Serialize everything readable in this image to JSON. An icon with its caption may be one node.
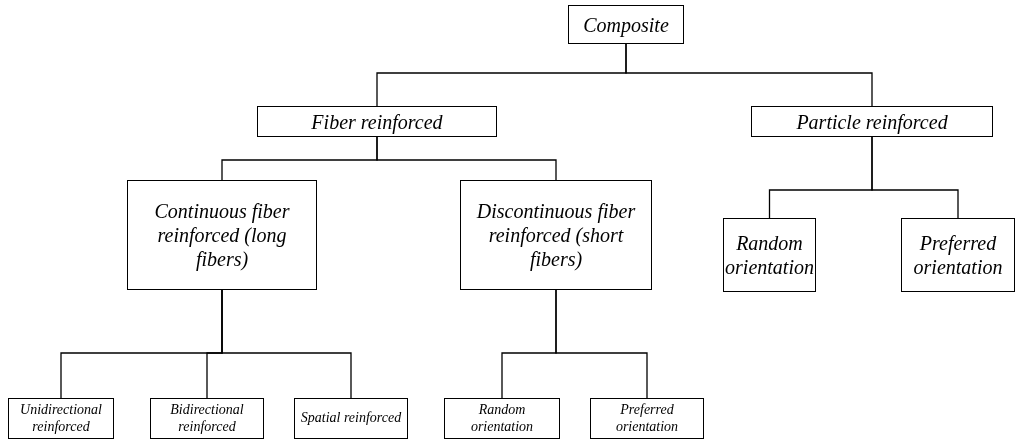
{
  "diagram": {
    "nodes": [
      {
        "text": [
          "Composite"
        ]
      },
      {
        "text": [
          "Fiber reinforced"
        ]
      },
      {
        "text": [
          "Particle reinforced"
        ]
      },
      {
        "text": [
          "Continuous fiber reinforced (long fibers)"
        ]
      },
      {
        "text": [
          "Discontinuous fiber reinforced (short fibers)"
        ]
      },
      {
        "text": [
          "Random orientation"
        ]
      },
      {
        "text": [
          "Preferred orientation"
        ]
      },
      {
        "text": [
          "Unidirectional reinforced"
        ]
      },
      {
        "text": [
          "Bidirectional reinforced"
        ]
      },
      {
        "text": [
          "Spatial reinforced"
        ]
      },
      {
        "text": [
          "Random orientation"
        ]
      },
      {
        "text": [
          "Preferred orientation"
        ]
      }
    ],
    "edges": [
      {
        "from": 0,
        "to": 1,
        "arrow": "none"
      },
      {
        "from": 0,
        "to": 2,
        "arrow": "none"
      },
      {
        "from": 1,
        "to": 3,
        "arrow": "none"
      },
      {
        "from": 1,
        "to": 4,
        "arrow": "none"
      },
      {
        "from": 2,
        "to": 5,
        "arrow": "none"
      },
      {
        "from": 2,
        "to": 6,
        "arrow": "none"
      },
      {
        "from": 3,
        "to": 7,
        "arrow": "none"
      },
      {
        "from": 3,
        "to": 8,
        "arrow": "none"
      },
      {
        "from": 3,
        "to": 9,
        "arrow": "none"
      },
      {
        "from": 4,
        "to": 10,
        "arrow": "none"
      },
      {
        "from": 4,
        "to": 11,
        "arrow": "none"
      }
    ]
  }
}
